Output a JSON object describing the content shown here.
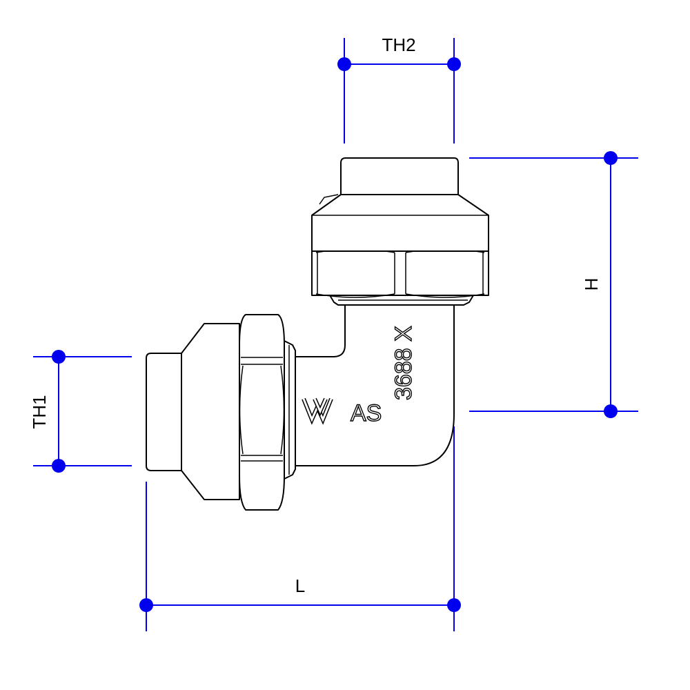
{
  "dimensions": {
    "th2": "TH2",
    "h": "H",
    "th1": "TH1",
    "l": "L"
  },
  "markings": {
    "logo_text": "AS",
    "code": "3688 X"
  },
  "colors": {
    "dimension": "#0000ee",
    "outline": "#000000",
    "background": "#ffffff"
  }
}
